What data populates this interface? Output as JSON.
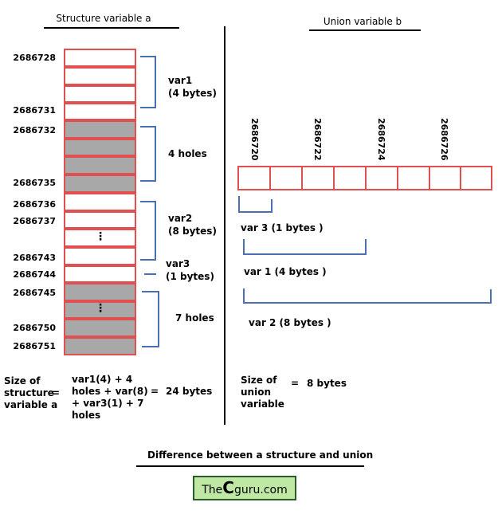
{
  "structure": {
    "title": "Structure variable a",
    "addresses": [
      "2686728",
      "2686731",
      "2686732",
      "2686735",
      "2686736",
      "2686737",
      "2686743",
      "2686744",
      "2686745",
      "2686750",
      "2686751"
    ],
    "labels": {
      "var1": "var1",
      "var1_size": "(4 bytes)",
      "holes4": "4 holes",
      "var2": "var2",
      "var2_size": "(8 bytes)",
      "var3": "var3",
      "var3_size": "(1 bytes)",
      "holes7": "7 holes"
    },
    "size_label": [
      "Size of",
      "structure",
      "variable a"
    ],
    "equals": "=",
    "size_formula": [
      "var1(4) + 4",
      "holes + var(8)",
      "+ var3(1) + 7",
      "holes"
    ],
    "size_equals": "=",
    "size_value": "24 bytes"
  },
  "union": {
    "title": "Union variable b",
    "addresses": [
      "2686720",
      "2686722",
      "2686724",
      "2686726"
    ],
    "labels": {
      "var3": "var 3 (1 bytes )",
      "var1": "var 1 (4 bytes )",
      "var2": "var 2 (8 bytes )"
    },
    "size_label": [
      "Size of",
      "union",
      "variable"
    ],
    "size_equals": "=",
    "size_value": "8 bytes"
  },
  "ellipsis": "⋮",
  "caption": "Difference between a structure and union",
  "logo": {
    "pre": "The",
    "big": "C",
    "post": "guru.com"
  },
  "colors": {
    "cell_border": "#e05050",
    "hole_fill": "#a8a8a8",
    "bracket": "#4a6fb5",
    "logo_bg": "#bfe8a4",
    "logo_border": "#2a5c2a"
  }
}
